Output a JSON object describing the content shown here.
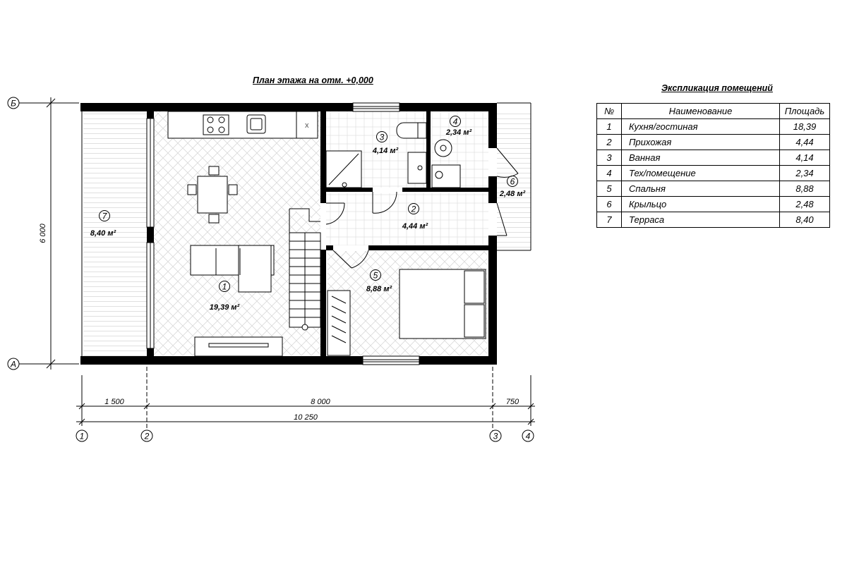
{
  "plan_title": "План этажа на отм. +0,000",
  "table": {
    "title": "Экспликация помещений",
    "headers": [
      "№",
      "Наименование",
      "Площадь"
    ],
    "rows": [
      {
        "num": "1",
        "name": "Кухня/гостиная",
        "area": "18,39"
      },
      {
        "num": "2",
        "name": "Прихожая",
        "area": "4,44"
      },
      {
        "num": "3",
        "name": "Ванная",
        "area": "4,14"
      },
      {
        "num": "4",
        "name": "Тех/помещение",
        "area": "2,34"
      },
      {
        "num": "5",
        "name": "Спальня",
        "area": "8,88"
      },
      {
        "num": "6",
        "name": "Крыльцо",
        "area": "2,48"
      },
      {
        "num": "7",
        "name": "Терраса",
        "area": "8,40"
      }
    ]
  },
  "room_labels": [
    {
      "num": "1",
      "area": "19,39 м²"
    },
    {
      "num": "2",
      "area": "4,44 м²"
    },
    {
      "num": "3",
      "area": "4,14 м²"
    },
    {
      "num": "4",
      "area": "2,34 м²"
    },
    {
      "num": "5",
      "area": "8,88 м²"
    },
    {
      "num": "6",
      "area": "2,48 м²"
    },
    {
      "num": "7",
      "area": "8,40 м²"
    }
  ],
  "axes": {
    "rows": [
      "Б",
      "А"
    ],
    "cols": [
      "1",
      "2",
      "3",
      "4"
    ]
  },
  "dimensions": {
    "vertical": "6 000",
    "seg1": "1 500",
    "seg2": "8 000",
    "seg3": "750",
    "total": "10 250"
  }
}
